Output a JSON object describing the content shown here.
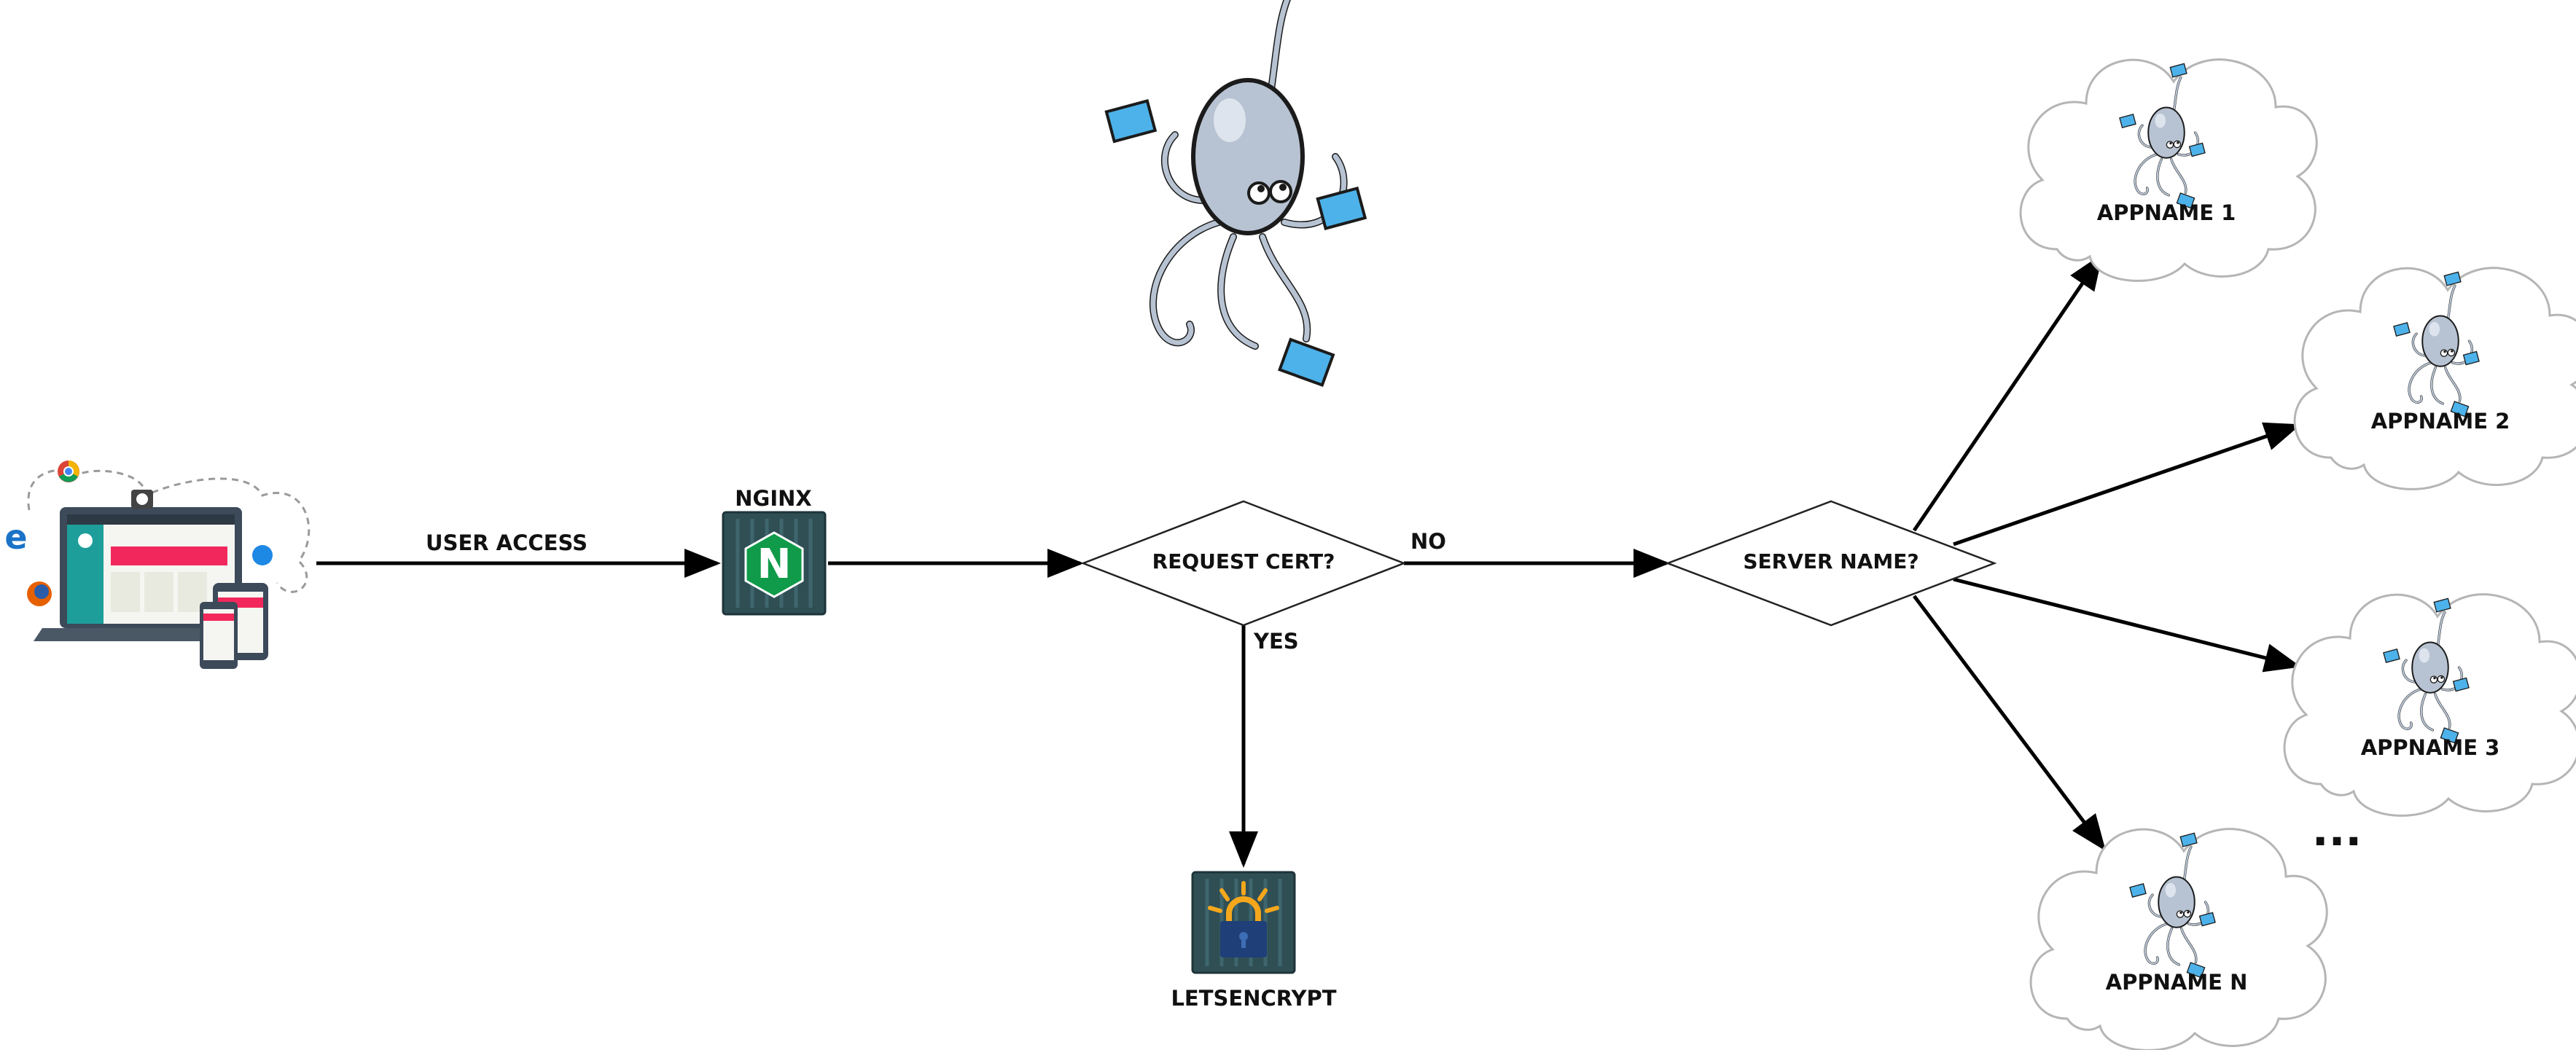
{
  "labels": {
    "user_access": "USER ACCESS",
    "nginx": "NGINX",
    "request_cert": "REQUEST CERT?",
    "no": "NO",
    "yes": "YES",
    "server_name": "SERVER NAME?",
    "letsencrypt": "LETSENCRYPT",
    "ellipsis": "...",
    "nginx_letter": "N"
  },
  "apps": [
    {
      "label": "APPNAME 1"
    },
    {
      "label": "APPNAME 2"
    },
    {
      "label": "APPNAME 3"
    },
    {
      "label": "APPNAME N"
    }
  ],
  "colors": {
    "nginx_green": "#0f9b49",
    "server_box": "#2f4f55",
    "lock_blue": "#1e3f78",
    "sun_yellow": "#f5a71c",
    "octopus": "#b7c3d2",
    "cube_blue": "#4db2ea",
    "accent_pink": "#f2285c",
    "accent_teal": "#1d9e9a"
  }
}
